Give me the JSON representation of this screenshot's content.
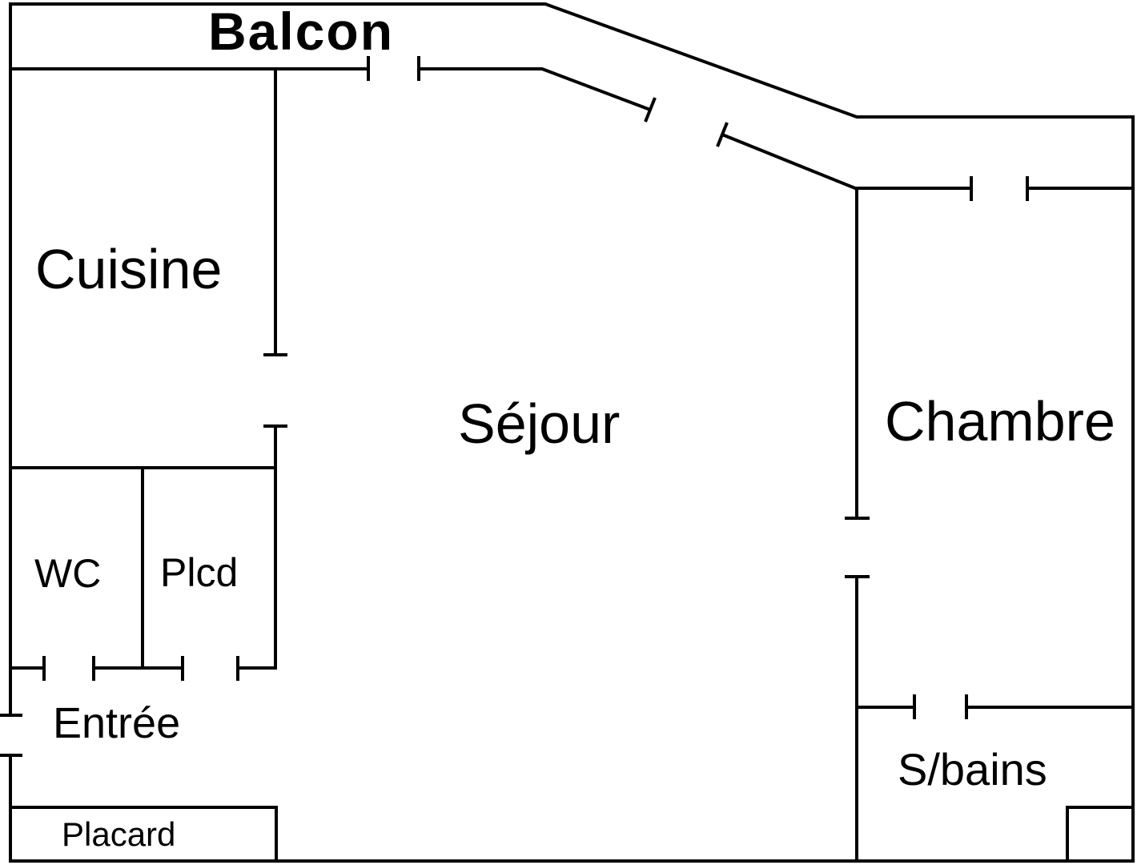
{
  "document": {
    "type": "apartment-floor-plan"
  },
  "colors": {
    "wall": "#000000",
    "background": "#ffffff"
  },
  "rooms": {
    "balcon": {
      "label": "Balcon"
    },
    "cuisine": {
      "label": "Cuisine"
    },
    "sejour": {
      "label": "Séjour"
    },
    "chambre": {
      "label": "Chambre"
    },
    "wc": {
      "label": "WC"
    },
    "plcd": {
      "label": "Plcd"
    },
    "entree": {
      "label": "Entrée"
    },
    "sdb": {
      "label": "S/bains"
    },
    "placard": {
      "label": "Placard"
    }
  }
}
